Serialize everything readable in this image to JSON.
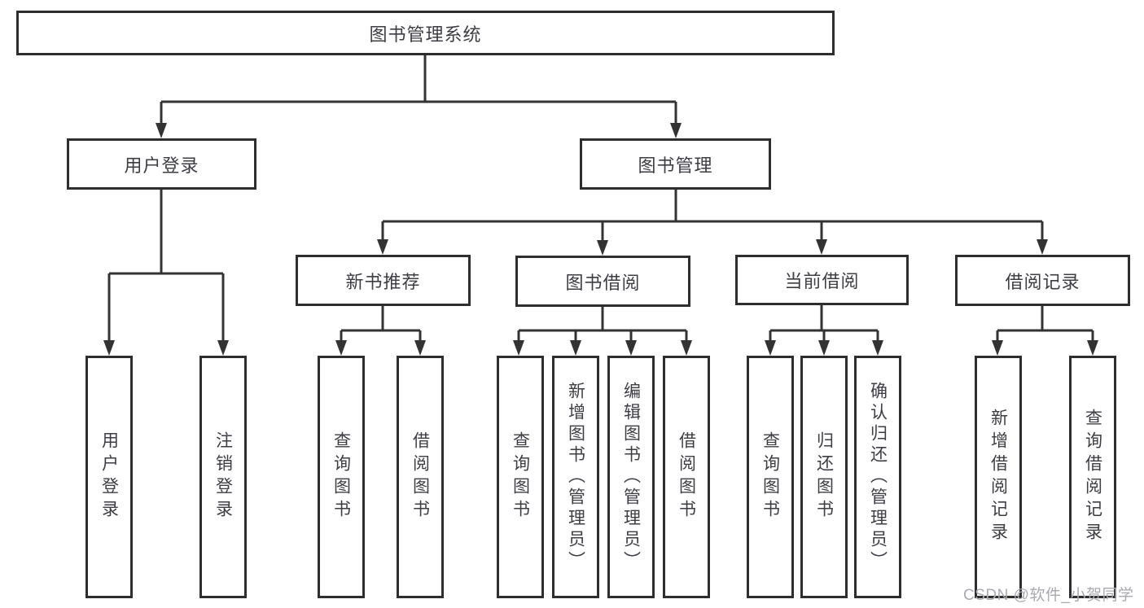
{
  "tree": {
    "label": "图书管理系统",
    "children": [
      {
        "label": "用户登录",
        "children": [
          {
            "label": "用户登录"
          },
          {
            "label": "注销登录"
          }
        ]
      },
      {
        "label": "图书管理",
        "children": [
          {
            "label": "新书推荐",
            "children": [
              {
                "label": "查询图书"
              },
              {
                "label": "借阅图书"
              }
            ]
          },
          {
            "label": "图书借阅",
            "children": [
              {
                "label": "查询图书"
              },
              {
                "label": "新增图书（管理员）"
              },
              {
                "label": "编辑图书（管理员）"
              },
              {
                "label": "借阅图书"
              }
            ]
          },
          {
            "label": "当前借阅",
            "children": [
              {
                "label": "查询图书"
              },
              {
                "label": "归还图书"
              },
              {
                "label": "确认归还（管理员）"
              }
            ]
          },
          {
            "label": "借阅记录",
            "children": [
              {
                "label": "新增借阅记录"
              },
              {
                "label": "查询借阅记录"
              }
            ]
          }
        ]
      }
    ]
  },
  "watermark": "CSDN @软件_小贺同学",
  "colors": {
    "line": "#333333",
    "border": "#2e2e2e",
    "text": "#3d3d44",
    "watermark": "#a9a9b2"
  }
}
